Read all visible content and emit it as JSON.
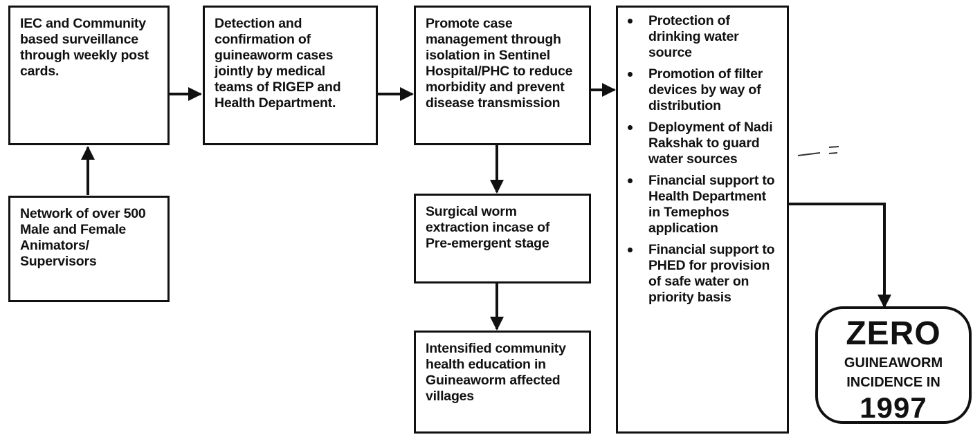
{
  "boxes": {
    "iec": "IEC and Community\nbased surveillance\nthrough weekly post\ncards.",
    "network": "Network of over 500\nMale and Female\nAnimators/\nSupervisors",
    "detection": "Detection and\nconfirmation of\nguineaworm cases\njointly by medical\nteams of RIGEP and\nHealth Department.",
    "promote": "Promote case\nmanagement through\nisolation in Sentinel\nHospital/PHC to reduce\nmorbidity and prevent\ndisease transmission",
    "surgical": "Surgical worm\nextraction incase of\nPre-emergent stage",
    "intensified": "Intensified community\nhealth education in\nGuineaworm affected\nvillages"
  },
  "actions": [
    "Protection of\ndrinking water\nsource",
    "Promotion of filter\ndevices by way of\ndistribution",
    "Deployment of Nadi\nRakshak to guard\nwater sources",
    "Financial support to\nHealth Department\nin Temephos\napplication",
    "Financial support to\nPHED for provision\nof safe water on\npriority basis"
  ],
  "stamp": {
    "line1": "ZERO",
    "line2": "GUINEAWORM",
    "line3": "INCIDENCE IN",
    "line4": "1997"
  }
}
